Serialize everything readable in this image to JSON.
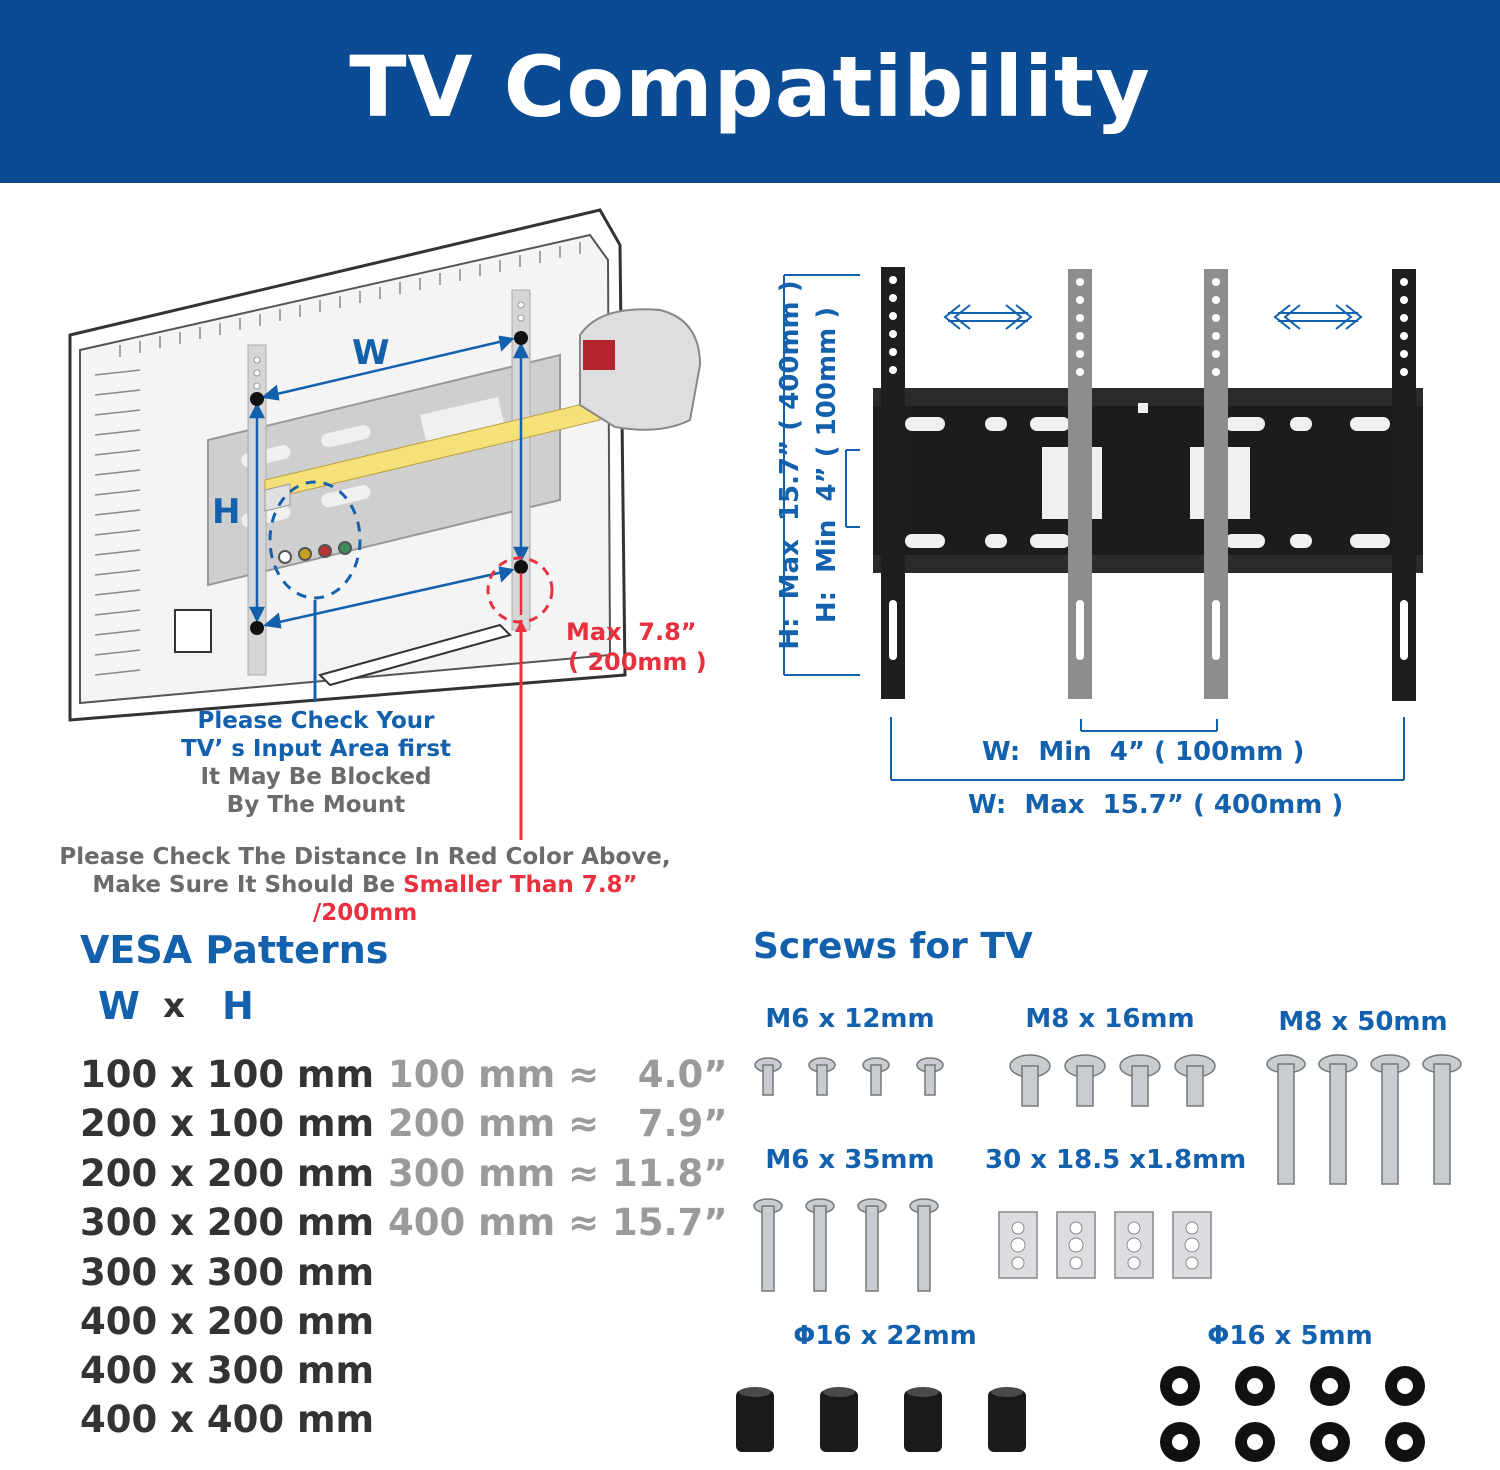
{
  "header": {
    "title": "TV  Compatibility"
  },
  "tv_diagram": {
    "w_label": "W",
    "h_label": "H",
    "red_max_line1": "Max  7.8”",
    "red_max_line2": "( 200mm )",
    "input_note_line1": "Please Check Your",
    "input_note_line2": "TV’ s Input Area first",
    "input_note_line3": "It May Be Blocked",
    "input_note_line4": "By The Mount",
    "distance_note_line1": "Please Check The Distance In Red Color Above,",
    "distance_note_line2_prefix": "Make Sure It Should Be ",
    "distance_note_line2_highlight": "Smaller Than 7.8” /200mm"
  },
  "mount_diagram": {
    "h_max": "H:  Max  15.7” ( 400mm )",
    "h_min": "H:  Min  4” ( 100mm )",
    "w_min": "W:  Min  4” ( 100mm )",
    "w_max": "W:  Max  15.7” ( 400mm )"
  },
  "vesa": {
    "heading": "VESA Patterns",
    "sub_w": "W",
    "sub_x": "x",
    "sub_h": "H",
    "patterns": [
      "100 x 100 mm",
      "200 x 100 mm",
      "200 x 200 mm",
      "300 x 200 mm",
      "300 x 300 mm",
      "400 x 200 mm",
      "400 x 300 mm",
      "400 x 400 mm"
    ],
    "conversions": [
      "100 mm ≈   4.0”",
      "200 mm ≈   7.9”",
      "300 mm ≈ 11.8”",
      "400 mm ≈ 15.7”"
    ]
  },
  "screws": {
    "heading": "Screws for TV",
    "m6x12": "M6 x 12mm",
    "m8x16": "M8 x 16mm",
    "m8x50": "M8 x 50mm",
    "m6x35": "M6 x 35mm",
    "washer_plate": "30 x 18.5 x1.8mm",
    "spacer": "Φ16 x 22mm",
    "washer": "Φ16 x 5mm"
  },
  "colors": {
    "header": "#0a4b93",
    "blue_text": "#1360ad",
    "red": "#e8303e",
    "gray_text": "#6b6b6b"
  }
}
